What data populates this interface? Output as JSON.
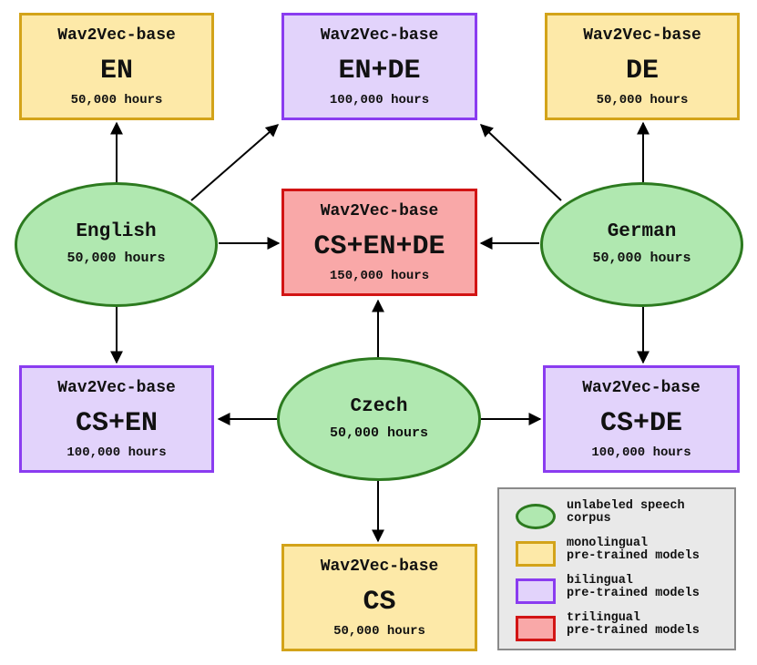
{
  "corpora": {
    "english": {
      "name": "English",
      "hours": "50,000 hours"
    },
    "german": {
      "name": "German",
      "hours": "50,000 hours"
    },
    "czech": {
      "name": "Czech",
      "hours": "50,000 hours"
    }
  },
  "models": {
    "en": {
      "arch": "Wav2Vec-base",
      "langs": "EN",
      "hours": "50,000 hours"
    },
    "en_de": {
      "arch": "Wav2Vec-base",
      "langs": "EN+DE",
      "hours": "100,000 hours"
    },
    "de": {
      "arch": "Wav2Vec-base",
      "langs": "DE",
      "hours": "50,000 hours"
    },
    "cs_en_de": {
      "arch": "Wav2Vec-base",
      "langs": "CS+EN+DE",
      "hours": "150,000 hours"
    },
    "cs_en": {
      "arch": "Wav2Vec-base",
      "langs": "CS+EN",
      "hours": "100,000 hours"
    },
    "cs_de": {
      "arch": "Wav2Vec-base",
      "langs": "CS+DE",
      "hours": "100,000 hours"
    },
    "cs": {
      "arch": "Wav2Vec-base",
      "langs": "CS",
      "hours": "50,000 hours"
    }
  },
  "legend": {
    "corpus": {
      "line1": "unlabeled speech",
      "line2": "corpus"
    },
    "monolingual": {
      "line1": "monolingual",
      "line2": "pre-trained models"
    },
    "bilingual": {
      "line1": "bilingual",
      "line2": "pre-trained models"
    },
    "trilingual": {
      "line1": "trilingual",
      "line2": "pre-trained models"
    }
  },
  "colors": {
    "corpus_fill": "#b0e8b0",
    "corpus_border": "#2c7a1f",
    "mono_fill": "#fde9a8",
    "mono_border": "#d3a319",
    "bi_fill": "#e2d3fb",
    "bi_border": "#8a3cf0",
    "tri_fill": "#f9a8a8",
    "tri_border": "#d21414"
  }
}
